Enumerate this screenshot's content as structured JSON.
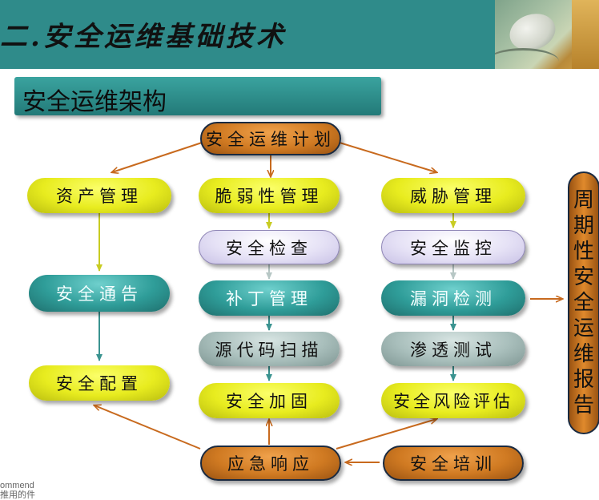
{
  "header": {
    "title": "二.安全运维基础技术"
  },
  "subtitle": "安全运维架构",
  "nodes": {
    "plan": "安全运维计划",
    "asset": "资产管理",
    "vuln": "脆弱性管理",
    "threat": "威胁管理",
    "check": "安全检查",
    "monitor": "安全监控",
    "notice": "安全通告",
    "patch": "补丁管理",
    "leak_detect": "漏洞检测",
    "scan": "源代码扫描",
    "pentest": "渗透测试",
    "config": "安全配置",
    "harden": "安全加固",
    "risk": "安全风险评估",
    "emergency": "应急响应",
    "training": "安全培训"
  },
  "report": [
    "周",
    "期",
    "性",
    "安",
    "全",
    "运",
    "维",
    "报",
    "告"
  ],
  "footer": {
    "line1": "ommend",
    "line2": "推用的件"
  },
  "colors": {
    "teal": "#2f8b8a",
    "orange_arrow": "#c86a1e",
    "yellow_arrow": "#c8cc22",
    "teal_arrow": "#3a9390"
  }
}
